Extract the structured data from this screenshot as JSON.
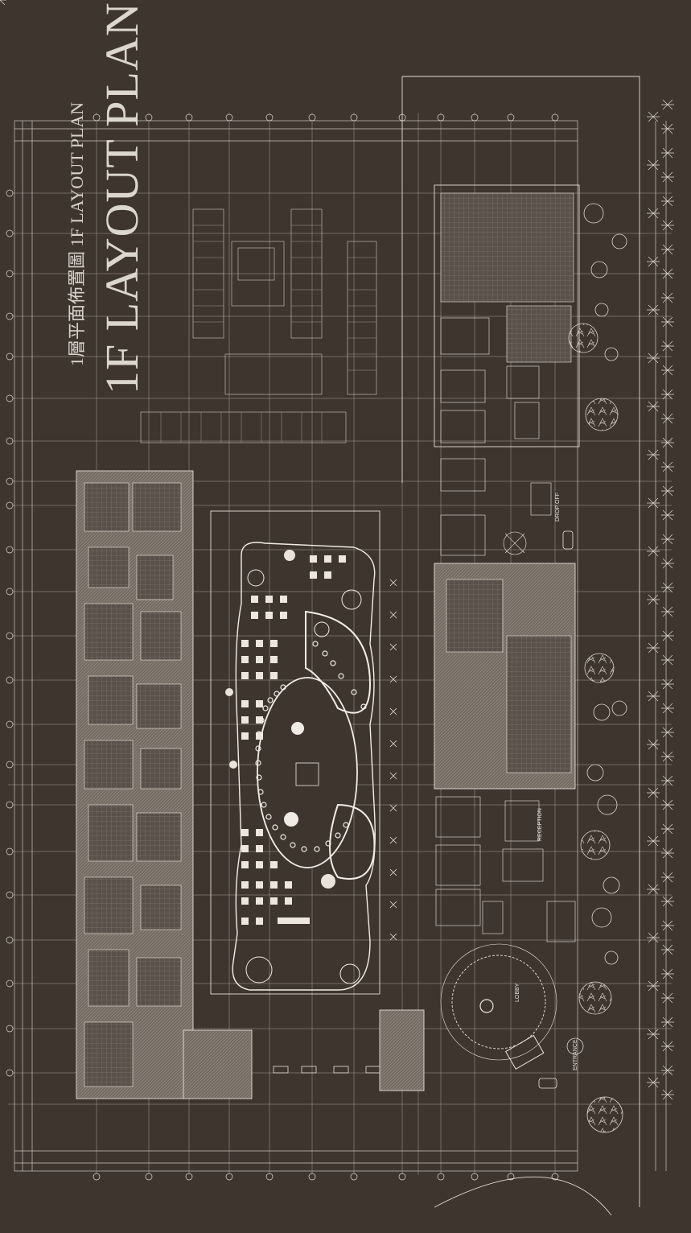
{
  "title": {
    "main": "1F LAYOUT PLAN",
    "sub": "1層平面佈置圖  1F LAYOUT PLAN"
  },
  "room_labels": {
    "lobby": "LOBBY",
    "reception": "RECEPTION",
    "entrance": "ENTRANCE",
    "drop_off": "DROP OFF"
  },
  "colors": {
    "background": "#3e352f",
    "line": "#e8e2da",
    "hatch": "#8a8178",
    "text": "#ffffff"
  }
}
